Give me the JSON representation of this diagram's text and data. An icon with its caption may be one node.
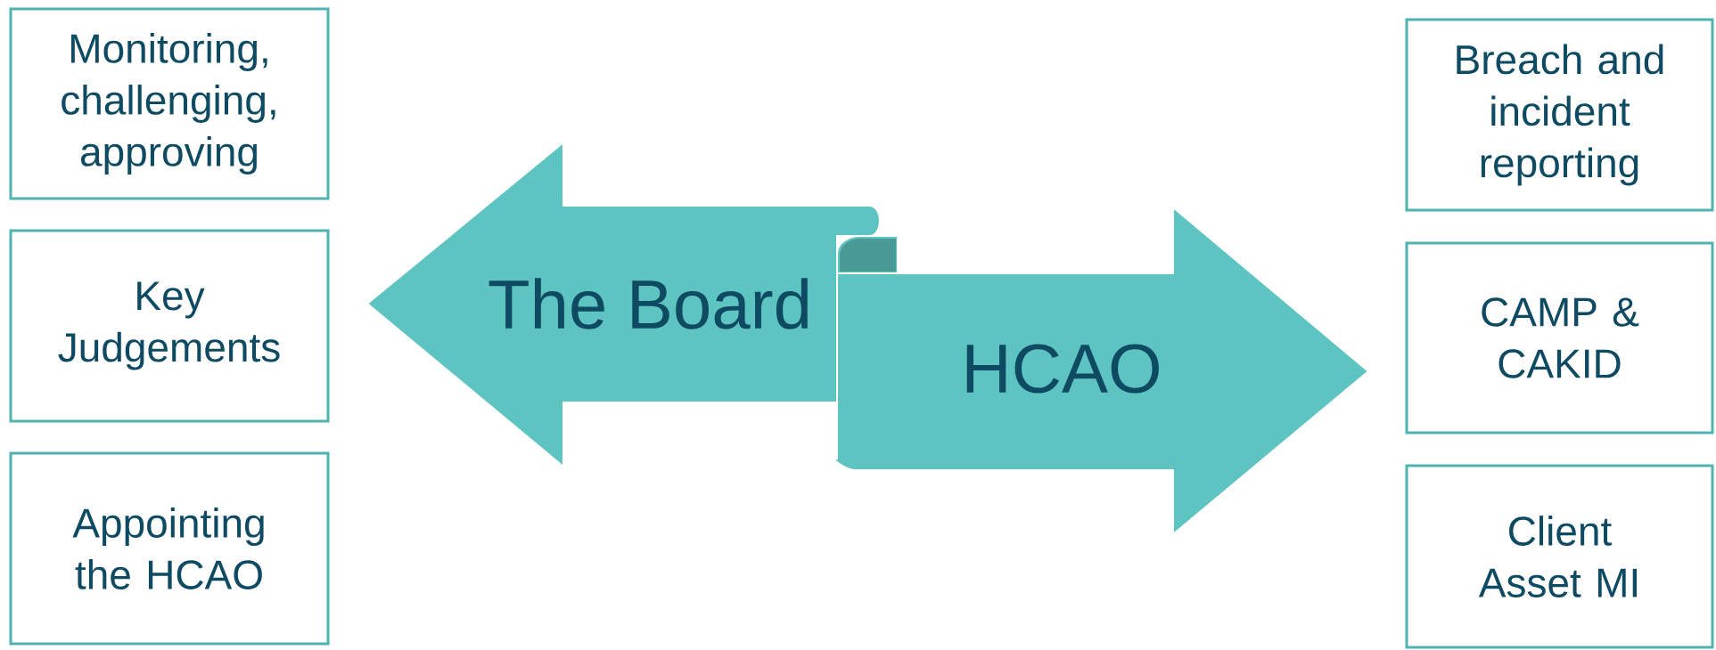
{
  "diagram": {
    "nodes": [
      {
        "text": [
          "Monitoring, challenging, approving"
        ]
      },
      {
        "text": [
          "Key Judgements"
        ]
      },
      {
        "text": [
          "Appointing the HCAO"
        ]
      },
      {
        "text": [
          "Breach and incident reporting"
        ]
      },
      {
        "text": [
          "CAMP & CAKID"
        ]
      },
      {
        "text": [
          "Client Asset MI"
        ]
      },
      {
        "text": [
          "The Board"
        ]
      },
      {
        "text": [
          "HCAO"
        ]
      }
    ]
  }
}
